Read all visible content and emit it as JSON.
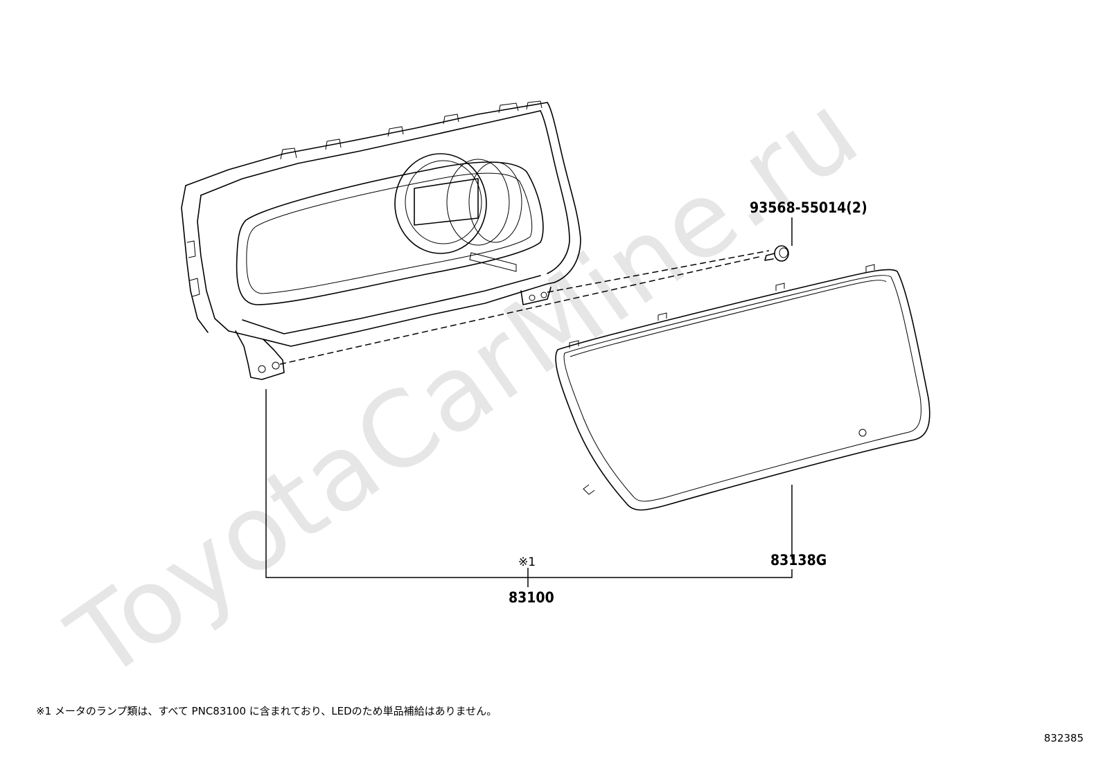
{
  "watermark": "ToyotaCarMine.ru",
  "parts": [
    {
      "id": "screw",
      "label": "93568-55014(2)"
    },
    {
      "id": "lens",
      "label": "83138G"
    },
    {
      "id": "meter",
      "label": "83100"
    }
  ],
  "reference_mark": "※1",
  "footnote": "※1 メータのランプ類は、すべて PNC83100 に含まれており、LEDのため単品補給はありません。",
  "illustration_number": "832385"
}
